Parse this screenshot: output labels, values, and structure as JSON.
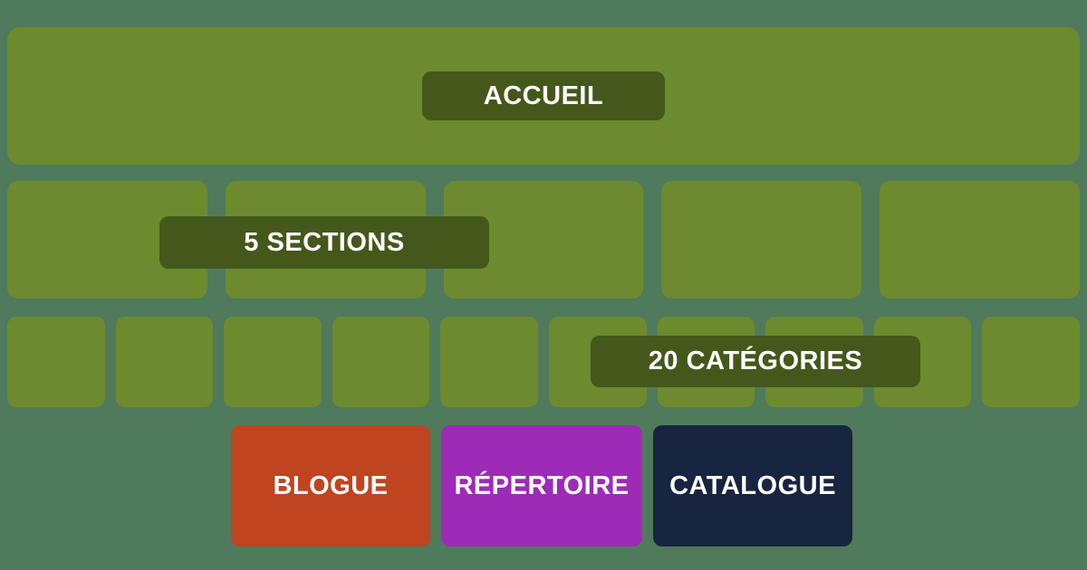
{
  "colors": {
    "background": "#507a5c",
    "node": "#6d8a2f",
    "badge": "#44581c",
    "text": "#ffffff",
    "blogue": "#c04420",
    "repertoire": "#9d2bb8",
    "catalogue": "#172540"
  },
  "sitemap": {
    "home": {
      "label": "ACCUEIL"
    },
    "sections": {
      "label": "5 SECTIONS",
      "count": 5
    },
    "categories": {
      "label": "20 CATÉGORIES",
      "visible_count": 10
    },
    "special_pages": [
      {
        "id": "blogue",
        "label": "BLOGUE"
      },
      {
        "id": "repertoire",
        "label": "RÉPERTOIRE"
      },
      {
        "id": "catalogue",
        "label": "CATALOGUE"
      }
    ]
  }
}
